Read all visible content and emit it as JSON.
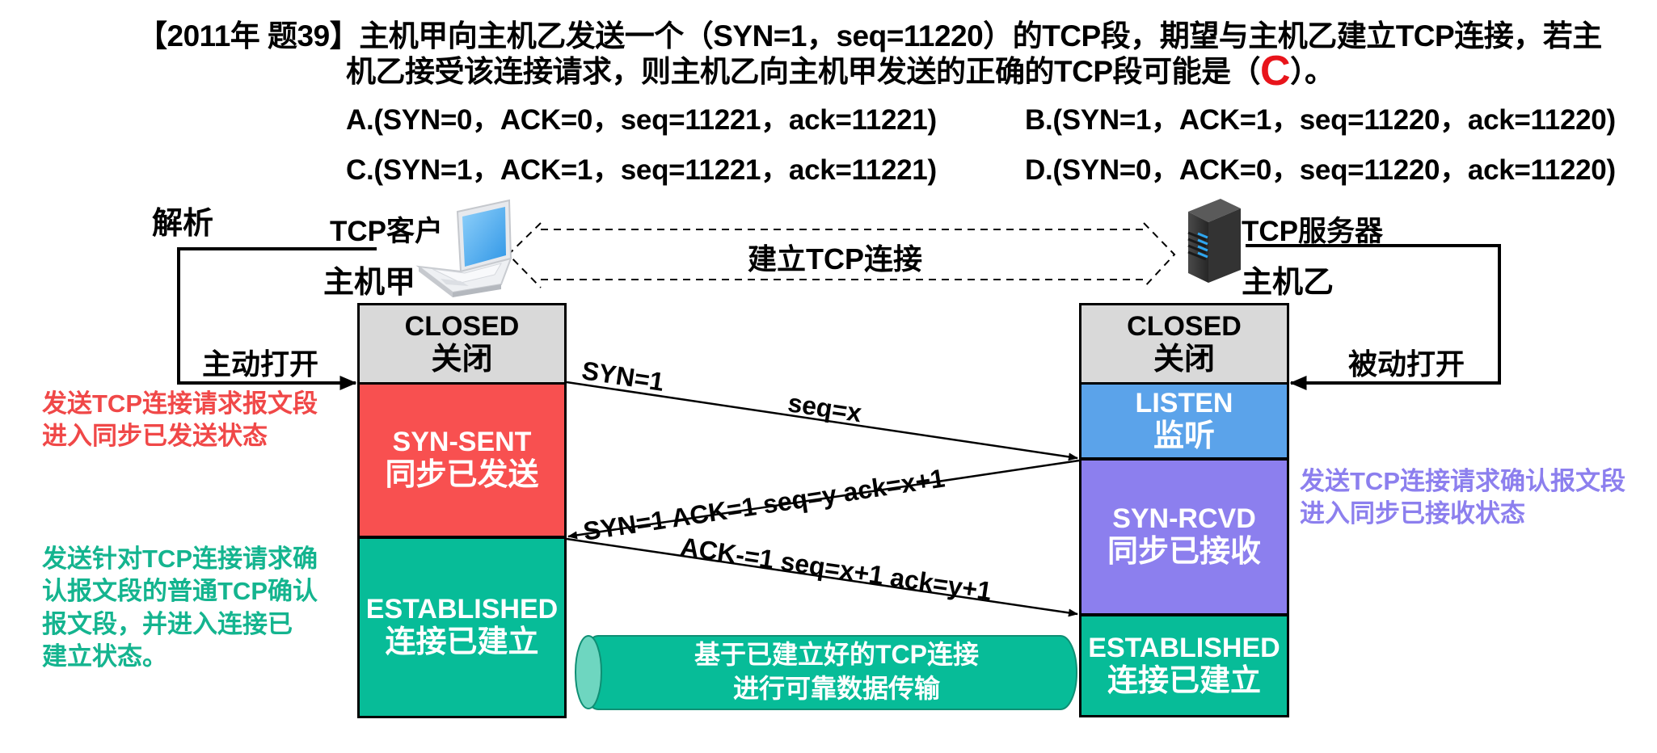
{
  "question": {
    "tag": "【2011年 题39】",
    "line1": "主机甲向主机乙发送一个（SYN=1，seq=11220）的TCP段，期望与主机乙建立TCP连接，若主",
    "line2_before": "机乙接受该连接请求，则主机乙向主机甲发送的正确的TCP段可能是（",
    "answer": "C",
    "line2_after": "）。",
    "options": [
      {
        "label": "A.",
        "text": "(SYN=0，ACK=0，seq=11221，ack=11221)"
      },
      {
        "label": "B.",
        "text": "(SYN=1，ACK=1，seq=11220，ack=11220)"
      },
      {
        "label": "C.",
        "text": "(SYN=1，ACK=1，seq=11221，ack=11221)"
      },
      {
        "label": "D.",
        "text": "(SYN=0，ACK=0，seq=11220，ack=11220)"
      }
    ]
  },
  "analysis_label": "解析",
  "client": {
    "role": "TCP客户",
    "host": "主机甲",
    "icon": "laptop-icon",
    "open_label": "主动打开",
    "states": [
      {
        "en": "CLOSED",
        "zh": "关闭"
      },
      {
        "en": "SYN-SENT",
        "zh": "同步已发送"
      },
      {
        "en": "ESTABLISHED",
        "zh": "连接已建立"
      }
    ],
    "notes": [
      {
        "lines": [
          "发送TCP连接请求报文段",
          "进入同步已发送状态"
        ]
      },
      {
        "lines": [
          "发送针对TCP连接请求确",
          "认报文段的普通TCP确认",
          "报文段，并进入连接已",
          "建立状态。"
        ]
      }
    ]
  },
  "server": {
    "role": "TCP服务器",
    "host": "主机乙",
    "icon": "server-icon",
    "open_label": "被动打开",
    "states": [
      {
        "en": "CLOSED",
        "zh": "关闭"
      },
      {
        "en": "LISTEN",
        "zh": "监听"
      },
      {
        "en": "SYN-RCVD",
        "zh": "同步已接收"
      },
      {
        "en": "ESTABLISHED",
        "zh": "连接已建立"
      }
    ],
    "notes": [
      {
        "lines": [
          "发送TCP连接请求确认报文段",
          "进入同步已接收状态"
        ]
      }
    ]
  },
  "connection_label": "建立TCP连接",
  "messages": [
    {
      "direction": "client-to-server",
      "parts": [
        "SYN=1",
        "seq=x"
      ]
    },
    {
      "direction": "server-to-client",
      "text": "SYN=1  ACK=1   seq=y   ack=x+1"
    },
    {
      "direction": "client-to-server",
      "text": "ACK-=1  seq=x+1  ack=y+1"
    }
  ],
  "data_pipe": {
    "lines": [
      "基于已建立好的TCP连接",
      "进行可靠数据传输"
    ]
  },
  "colors": {
    "answer": "#e8141b",
    "closed": "#d9d9d9",
    "syn_sent": "#f85050",
    "listen": "#5ba3ea",
    "syn_rcvd": "#8c7fee",
    "established": "#07bc98",
    "note_red": "#f04848",
    "note_purple": "#8c7fee",
    "note_green": "#14b48f"
  }
}
